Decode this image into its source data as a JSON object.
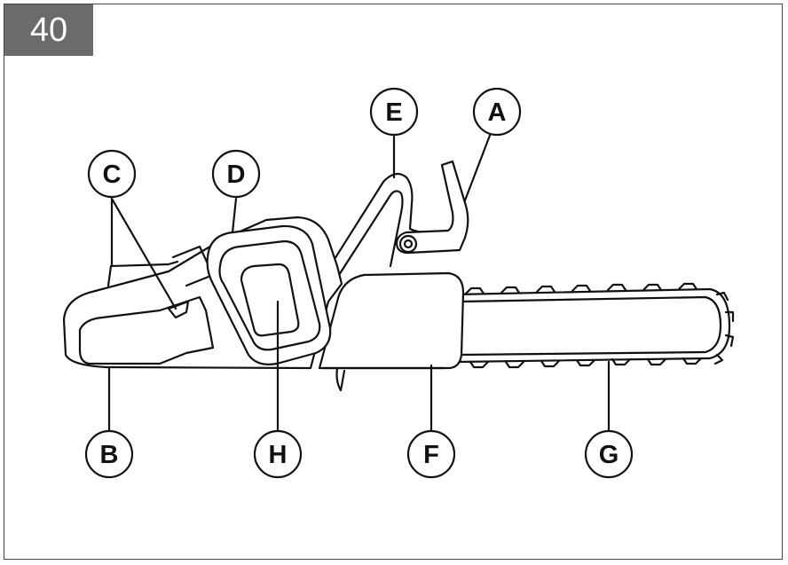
{
  "figure": {
    "number": "40"
  },
  "callouts": [
    {
      "key": "A",
      "label": "A"
    },
    {
      "key": "B",
      "label": "B"
    },
    {
      "key": "C",
      "label": "C"
    },
    {
      "key": "D",
      "label": "D"
    },
    {
      "key": "E",
      "label": "E"
    },
    {
      "key": "F",
      "label": "F"
    },
    {
      "key": "G",
      "label": "G"
    },
    {
      "key": "H",
      "label": "H"
    }
  ],
  "colors": {
    "badge": "#6b6b6b",
    "line": "#111111",
    "frame": "#444444"
  }
}
